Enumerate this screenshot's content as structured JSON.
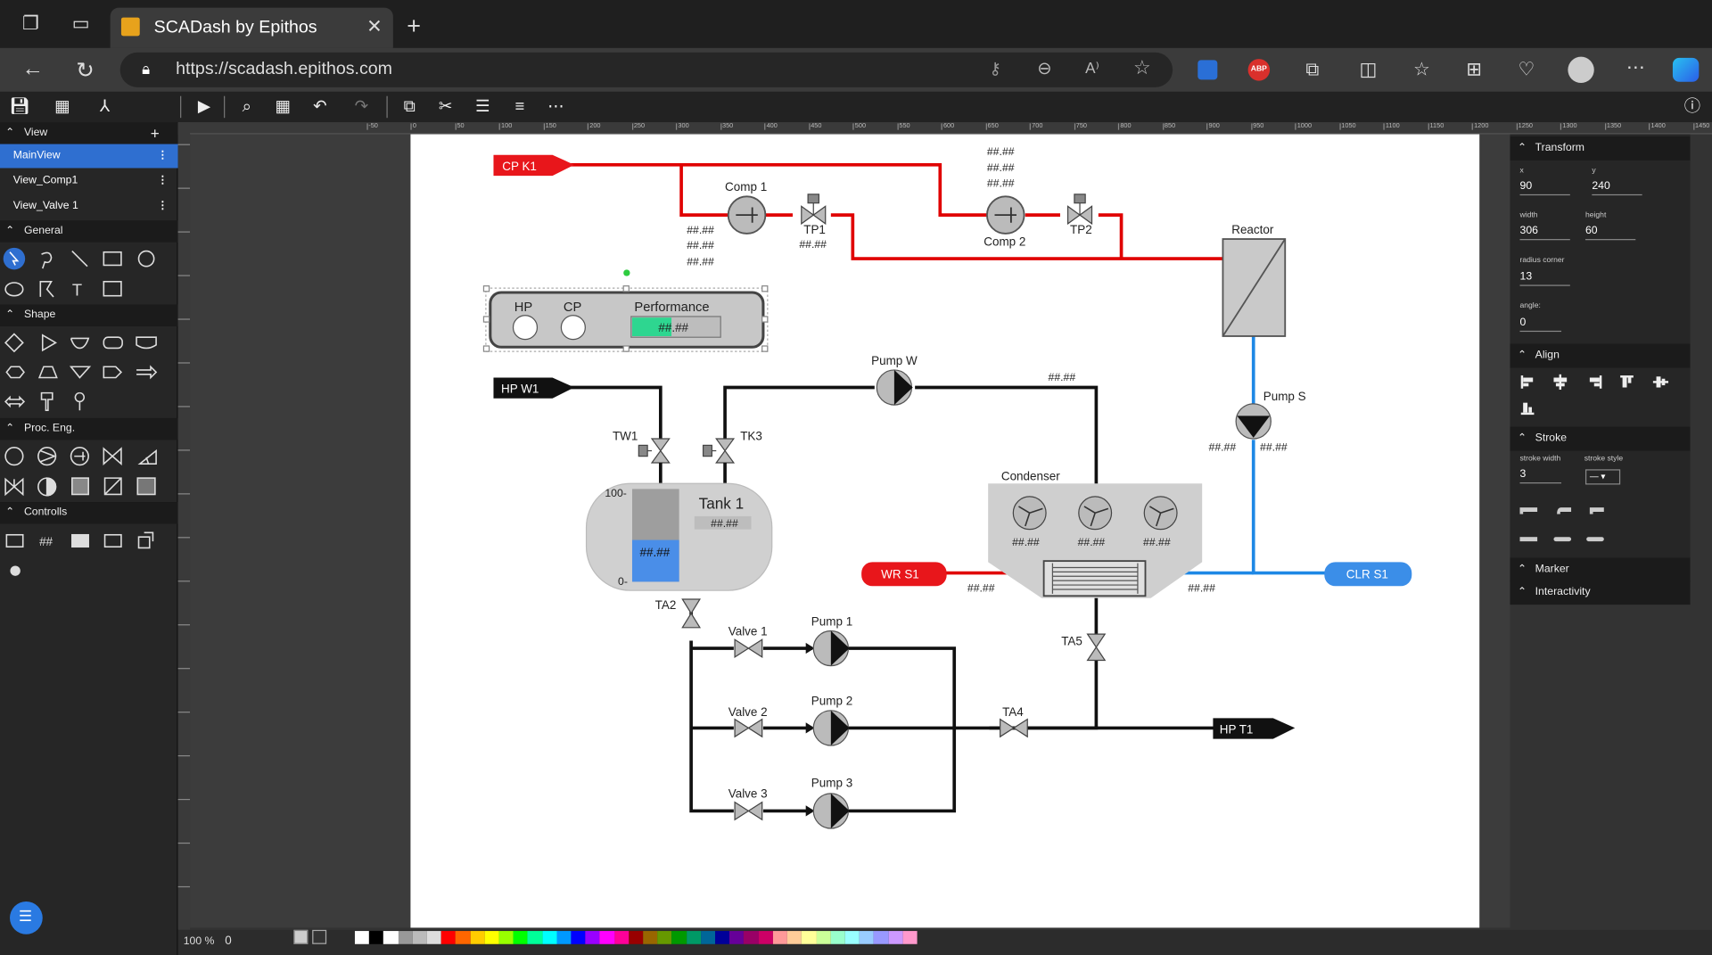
{
  "browser": {
    "tab_title": "SCADash by Epithos",
    "url": "https://scadash.epithos.com"
  },
  "left_panel": {
    "view_header": "View",
    "views": [
      "MainView",
      "View_Comp1",
      "View_Valve 1"
    ],
    "sections": {
      "general": "General",
      "shape": "Shape",
      "proc_eng": "Proc. Eng.",
      "controls": "Controlls"
    }
  },
  "diagram": {
    "cp_k1": "CP K1",
    "hp_w1": "HP W1",
    "hp_t1": "HP T1",
    "wr_s1": "WR S1",
    "clr_s1": "CLR S1",
    "comp1": "Comp 1",
    "comp2": "Comp 2",
    "tp1": "TP1",
    "tp2": "TP2",
    "reactor": "Reactor",
    "pump_w": "Pump  W",
    "pump_s": "Pump S",
    "tw1": "TW1",
    "tk3": "TK3",
    "tank1": "Tank 1",
    "tank_max": "100-",
    "tank_min": "0-",
    "ta2": "TA2",
    "ta4": "TA4",
    "ta5": "TA5",
    "condenser": "Condenser",
    "valve1": "Valve 1",
    "valve2": "Valve 2",
    "valve3": "Valve 3",
    "pump1": "Pump 1",
    "pump2": "Pump 2",
    "pump3": "Pump 3",
    "hp": "HP",
    "cp": "CP",
    "performance": "Performance",
    "placeholder": "##.##"
  },
  "right_panel": {
    "transform": "Transform",
    "x_label": "x",
    "x": "90",
    "y_label": "y",
    "y": "240",
    "width_label": "width",
    "width": "306",
    "height_label": "height",
    "height": "60",
    "radius_label": "radius corner",
    "radius": "13",
    "angle_label": "angle:",
    "angle": "0",
    "align": "Align",
    "stroke": "Stroke",
    "stroke_width_label": "stroke width",
    "stroke_width": "3",
    "stroke_style_label": "stroke style",
    "marker": "Marker",
    "interactivity": "Interactivity"
  },
  "bottom": {
    "zoom": "100 %",
    "zero": "0"
  },
  "colors": {
    "pipe_red": "#e00000",
    "pipe_blue": "#1e88e5",
    "tag_red": "#e8161b",
    "tag_blue": "#3b8ee8",
    "selected": "#2f6fd0",
    "level_fill": "#4a8ee8",
    "perf_fill": "#2ed690"
  },
  "tank_level_percent": 45,
  "performance_percent": 45
}
